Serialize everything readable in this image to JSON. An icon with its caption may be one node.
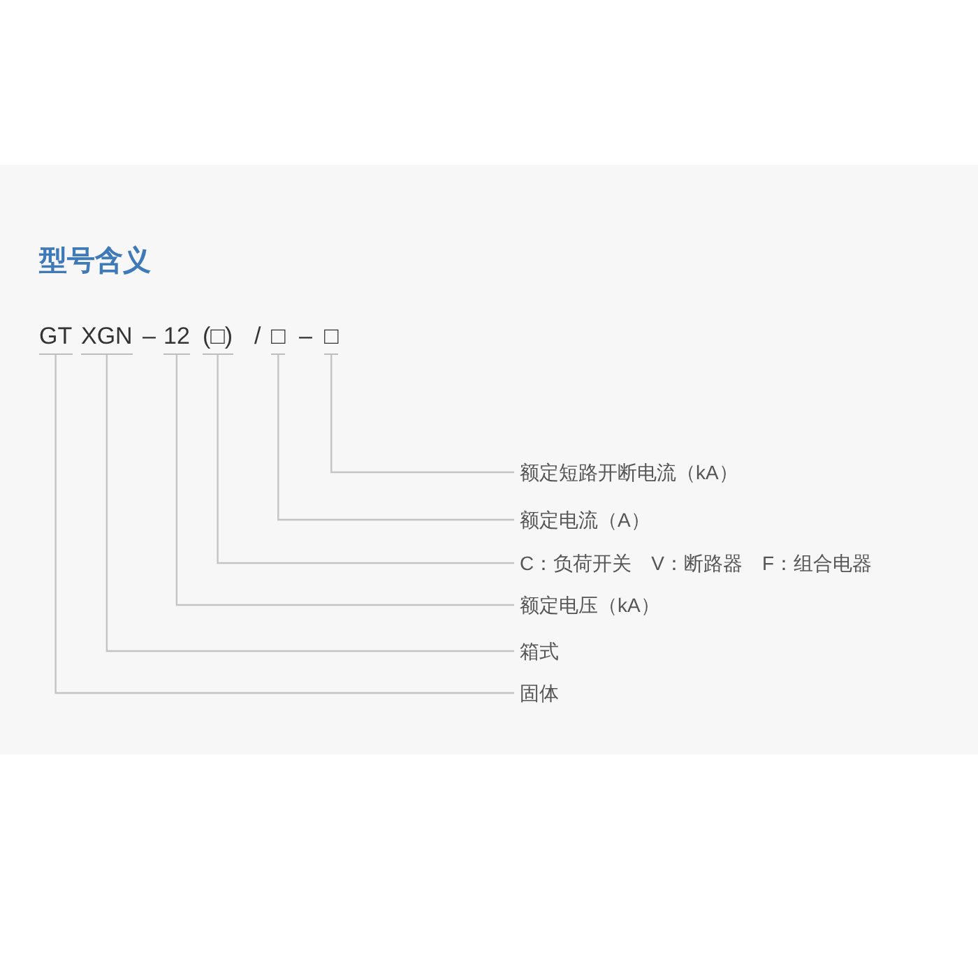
{
  "diagram": {
    "title": "型号含义",
    "nodes": [
      {
        "text": [
          "GT"
        ]
      },
      {
        "text": [
          "XGN"
        ]
      },
      {
        "text": [
          "12"
        ]
      },
      {
        "text": [
          "(□)"
        ]
      },
      {
        "text": [
          "□"
        ]
      },
      {
        "text": [
          "□"
        ]
      },
      {
        "text": [
          "额定短路开断电流（kA）"
        ]
      },
      {
        "text": [
          "额定电流（A）"
        ]
      },
      {
        "text": [
          "C：负荷开关　V：断路器　F：组合电器"
        ]
      },
      {
        "text": [
          "额定电压（kA）"
        ]
      },
      {
        "text": [
          "箱式"
        ]
      },
      {
        "text": [
          "固体"
        ]
      }
    ],
    "edges": [
      {
        "from": 0,
        "to": 11,
        "arrow": "none"
      },
      {
        "from": 1,
        "to": 10,
        "arrow": "none"
      },
      {
        "from": 2,
        "to": 9,
        "arrow": "none"
      },
      {
        "from": 3,
        "to": 8,
        "arrow": "none"
      },
      {
        "from": 4,
        "to": 7,
        "arrow": "none"
      },
      {
        "from": 5,
        "to": 6,
        "arrow": "none"
      }
    ],
    "labels": [
      "–",
      "/",
      "–"
    ]
  }
}
